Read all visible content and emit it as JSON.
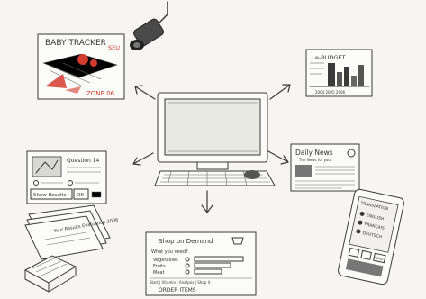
{
  "baby_tracker": {
    "title": "BABY TRACKER",
    "lower_right": "ZONE 06",
    "upper_right": "SEU"
  },
  "budget": {
    "title": "e-BUDGET",
    "axis": "2004 2005 2006"
  },
  "news": {
    "masthead": "Daily News",
    "tagline": "The News for you"
  },
  "quiz": {
    "question": "Question 14",
    "button_show": "Show Results",
    "button_ok": "OK"
  },
  "papers": {
    "text": "Your Results Evaluation 2006"
  },
  "shop": {
    "title": "Shop on Demand",
    "prompt": "What you need?",
    "items": [
      "Vegetables",
      "Fruits",
      "Meat"
    ],
    "footer_links": "Start | Vitamin | Analysis | Shop it",
    "order_button": "ORDER ITEMS"
  },
  "translation": {
    "title": "TRANSLATION",
    "languages": [
      "ENGLISH",
      "FRANÇAIS",
      "DEUTSCH"
    ],
    "button": "MENU"
  }
}
